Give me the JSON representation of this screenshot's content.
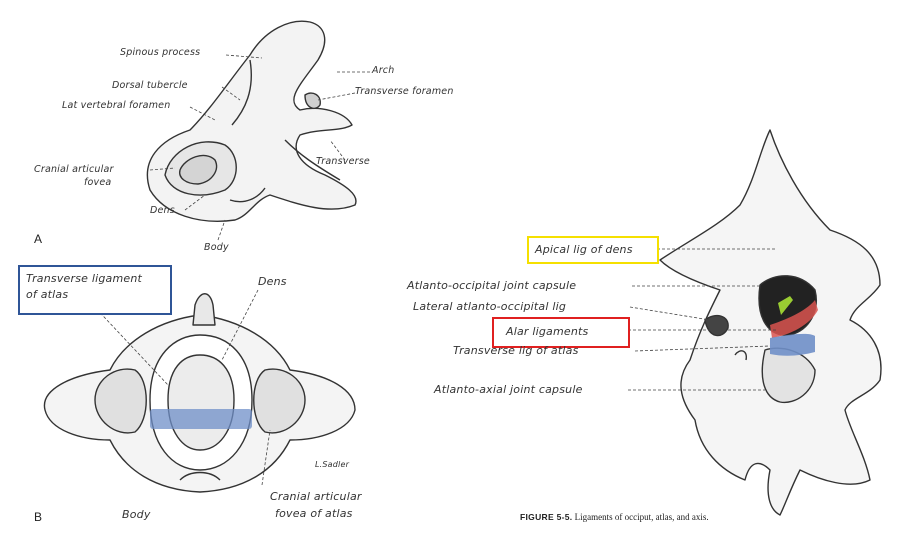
{
  "panel_a": {
    "letter": "A",
    "labels": {
      "spinous": "Spinous process",
      "dorsal": "Dorsal tubercle",
      "lat_vert": "Lat vertebral foramen",
      "arch": "Arch",
      "transverse_foramen": "Transverse foramen",
      "transverse": "Transverse",
      "cranial_1": "Cranial articular",
      "cranial_2": "fovea",
      "dens": "Dens",
      "body": "Body"
    }
  },
  "panel_b": {
    "letter": "B",
    "labels": {
      "transverse_lig_1": "Transverse ligament",
      "transverse_lig_2": "of atlas",
      "dens": "Dens",
      "body": "Body",
      "cranial_1": "Cranial articular",
      "cranial_2": "fovea of atlas",
      "signature": "L.Sadler"
    }
  },
  "panel_c": {
    "labels": {
      "apical": "Apical lig of dens",
      "ao_capsule": "Atlanto-occipital joint capsule",
      "lat_ao": "Lateral atlanto-occipital lig",
      "alar": "Alar ligaments",
      "transverse": "Transverse lig of atlas",
      "aa_capsule": "Atlanto-axial joint capsule"
    },
    "caption_bold": "FIGURE 5-5.",
    "caption_text": "Ligaments of occiput, atlas, and axis."
  },
  "colors": {
    "blue_box": "#2f5597",
    "yellow_box": "#f5e000",
    "red_box": "#e02020",
    "ligament_blue": "#6f8fc8",
    "ligament_red": "#d9534f",
    "ligament_green": "#9acd32"
  }
}
